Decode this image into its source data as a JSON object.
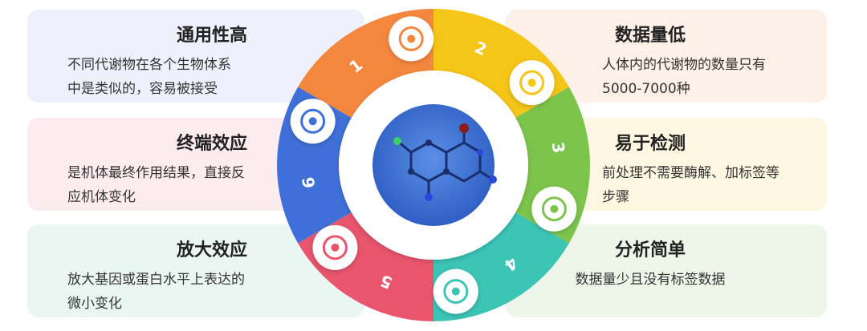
{
  "cards": {
    "top_left": {
      "title": "通用性高",
      "desc_line1": "不同代谢物在各个生物体系",
      "desc_line2": "中是类似的，容易被接受"
    },
    "mid_left": {
      "title": "终端效应",
      "desc_line1": "是机体最终作用结果，直接反",
      "desc_line2": "应机体变化"
    },
    "bot_left": {
      "title": "放大效应",
      "desc_line1": "放大基因或蛋白水平上表达的",
      "desc_line2": "微小变化"
    },
    "top_right": {
      "title": "数据量低",
      "desc_line1": "人体内的代谢物的数量只有",
      "desc_line2": "5000-7000种"
    },
    "mid_right": {
      "title": "易于检测",
      "desc_line1": "前处理不需要酶解、加标签等",
      "desc_line2": "步骤"
    },
    "bot_right": {
      "title": "分析简单",
      "desc_line1": "数据量少且没有标签数据"
    }
  },
  "segments": [
    {
      "number": "1",
      "color": "#f4873e",
      "icon": "molecule-icon"
    },
    {
      "number": "2",
      "color": "#f5c518",
      "icon": "lab-flask-icon"
    },
    {
      "number": "3",
      "color": "#7cc44b",
      "icon": "line-chart-icon"
    },
    {
      "number": "4",
      "color": "#3cc4b5",
      "icon": "magnifier-question-icon"
    },
    {
      "number": "5",
      "color": "#e8556d",
      "icon": "brain-cloud-icon"
    },
    {
      "number": "6",
      "color": "#3f6fd8",
      "icon": "human-organs-icon"
    }
  ],
  "center_icon": "molecular-structure-icon"
}
